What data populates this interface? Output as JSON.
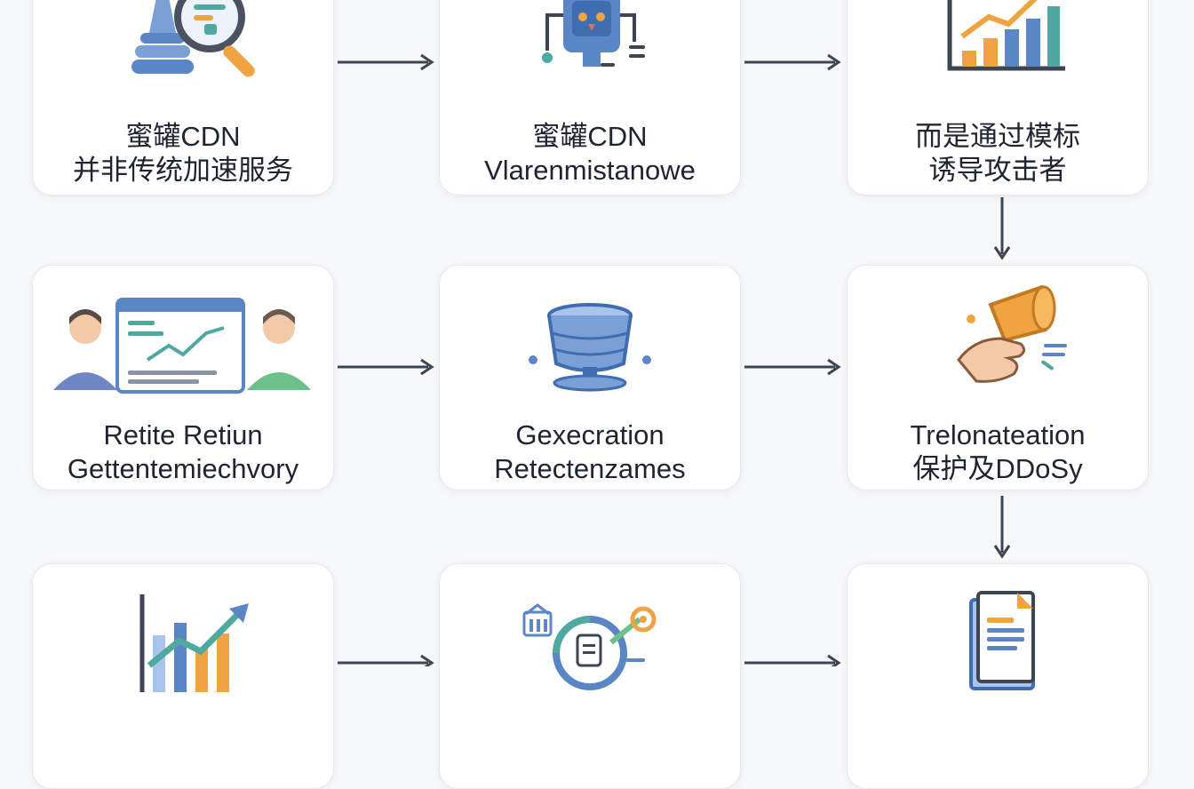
{
  "steps": [
    {
      "id": 1,
      "line1": "蜜罐CDN",
      "line2": "并非传统加速服务",
      "icon": "magnifier-icon"
    },
    {
      "id": 2,
      "line1": "蜜罐CDN",
      "line2": "Vlarenmistanowe",
      "icon": "robot-icon"
    },
    {
      "id": 3,
      "line1": "而是通过模标",
      "line2": "诱导攻击者",
      "icon": "bar-chart-icon"
    },
    {
      "id": 4,
      "line1": "Retite Retiun",
      "line2": "Gettentemiechvory",
      "icon": "users-dashboard-icon"
    },
    {
      "id": 5,
      "line1": "Gexecration",
      "line2": "Retectenzames",
      "icon": "honeypot-jar-icon"
    },
    {
      "id": 6,
      "line1": "Trelonateation",
      "line2": "保护及DDoSy",
      "icon": "hand-horn-icon"
    },
    {
      "id": 7,
      "line1": "",
      "line2": "",
      "icon": "growth-chart-icon"
    },
    {
      "id": 8,
      "line1": "",
      "line2": "",
      "icon": "gear-document-icon"
    },
    {
      "id": 9,
      "line1": "",
      "line2": "",
      "icon": "report-document-icon"
    }
  ],
  "colors": {
    "arrow": "#3d4452",
    "card_border": "#e6e8ec",
    "text": "#1e2430",
    "blue": "#5b86c6",
    "orange": "#f0a341",
    "teal": "#4fa9a0",
    "green": "#6cc08a"
  }
}
